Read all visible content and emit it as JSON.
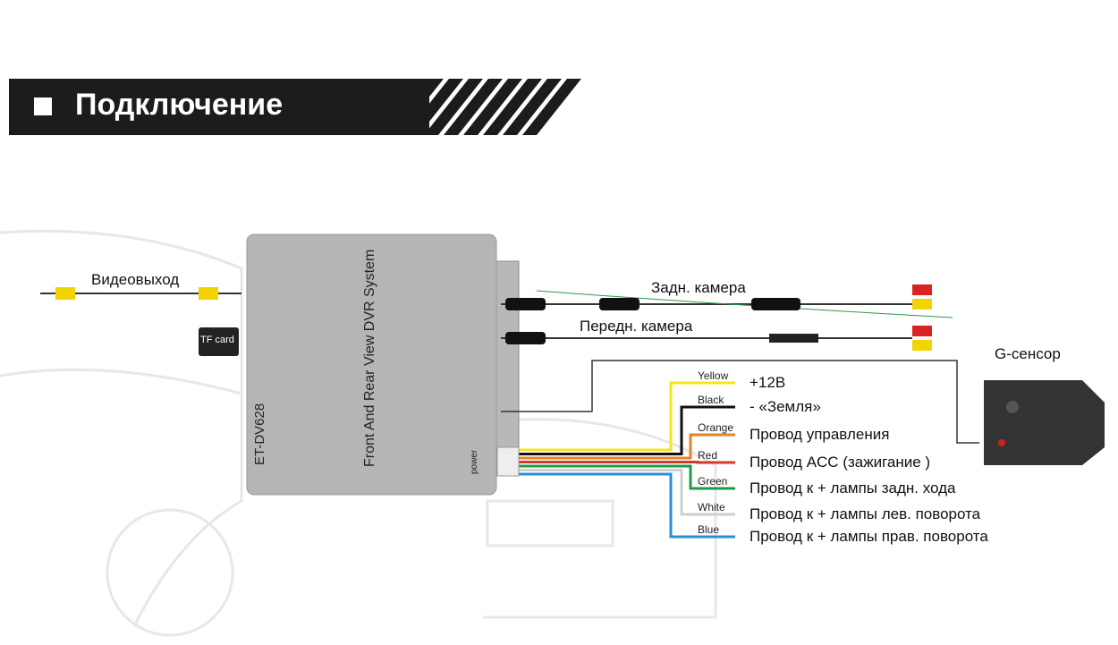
{
  "header": {
    "title": "Подключение"
  },
  "device": {
    "model": "ET-DV628",
    "name": "Front And Rear View DVR System",
    "power_label": "power",
    "card_label": "TF card"
  },
  "connections": {
    "video_out": "Видеовыход",
    "rear_camera": "Задн. камера",
    "front_camera": "Передн. камера",
    "g_sensor": "G-сенсор"
  },
  "wires": [
    {
      "color_name": "Yellow",
      "desc": "+12В",
      "hex": "#f5e61c"
    },
    {
      "color_name": "Black",
      "desc": "- «Земля»",
      "hex": "#111111"
    },
    {
      "color_name": "Orange",
      "desc": "Провод управления",
      "hex": "#e8822a"
    },
    {
      "color_name": "Red",
      "desc": "Провод ACC (зажигание )",
      "hex": "#d23a2a"
    },
    {
      "color_name": "Green",
      "desc": "Провод к + лампы задн. хода",
      "hex": "#1f9a4a"
    },
    {
      "color_name": "White",
      "desc": "Провод к + лампы лев. поворота",
      "hex": "#cfcfcf"
    },
    {
      "color_name": "Blue",
      "desc": "Провод к + лампы прав. поворота",
      "hex": "#2a8fd8"
    }
  ]
}
